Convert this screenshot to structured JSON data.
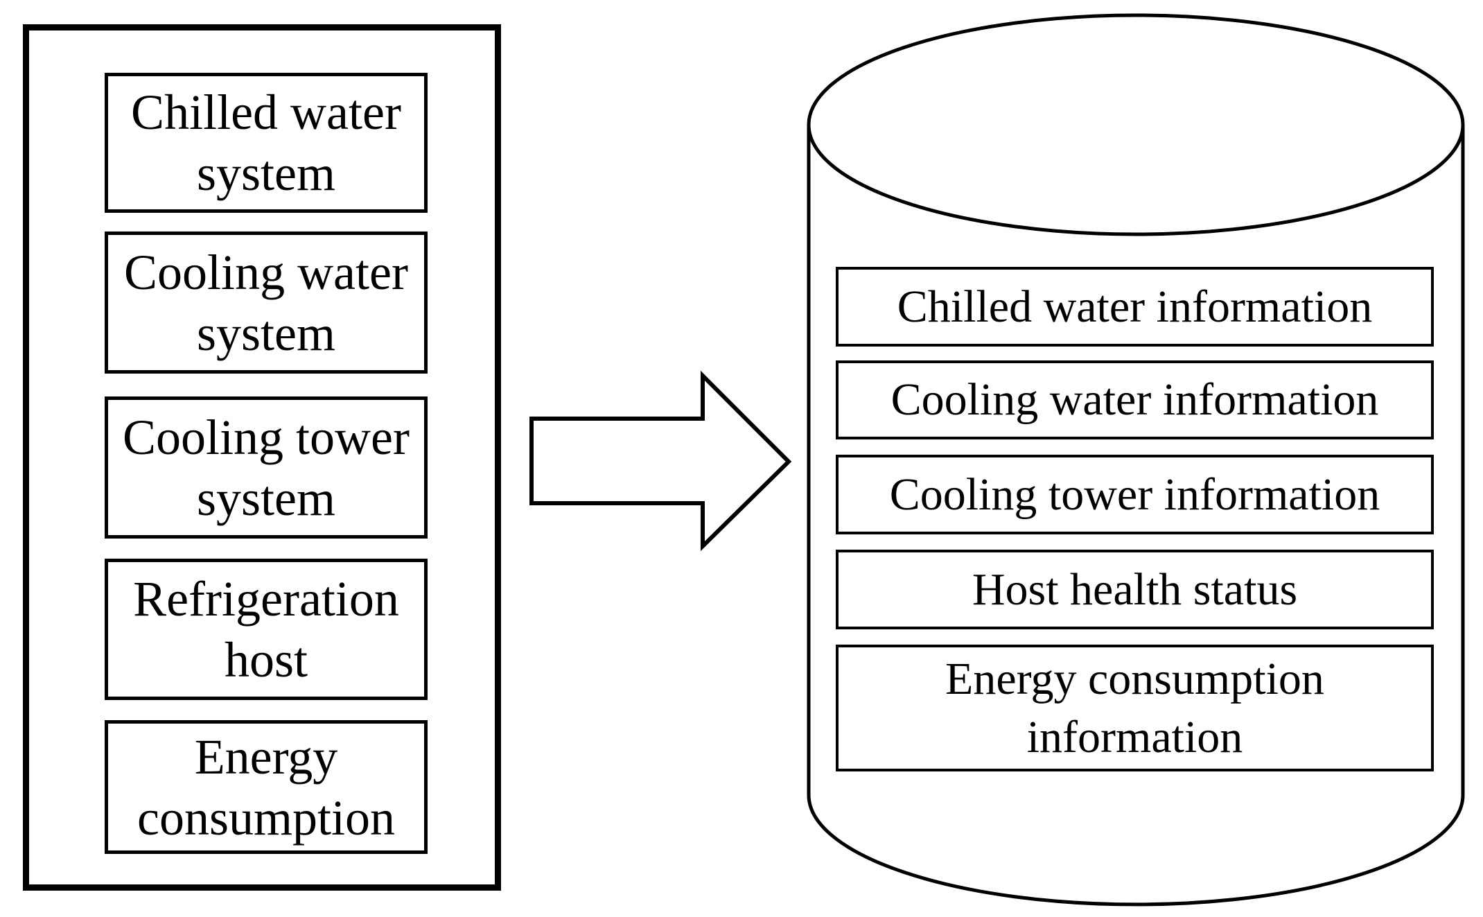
{
  "source_systems": [
    {
      "line1": "Chilled water",
      "line2": "system"
    },
    {
      "line1": "Cooling water",
      "line2": "system"
    },
    {
      "line1": "Cooling tower",
      "line2": "system"
    },
    {
      "line1": "Refrigeration",
      "line2": "host"
    },
    {
      "line1": "Energy",
      "line2": "consumption"
    }
  ],
  "database_items": [
    {
      "line1": "Chilled water information",
      "line2": ""
    },
    {
      "line1": "Cooling water information",
      "line2": ""
    },
    {
      "line1": "Cooling tower information",
      "line2": ""
    },
    {
      "line1": "Host health status",
      "line2": ""
    },
    {
      "line1": "Energy consumption",
      "line2": "information"
    }
  ],
  "colors": {
    "stroke": "#000000",
    "background": "#ffffff"
  },
  "icons": {
    "arrow": "right-arrow-icon",
    "database": "database-cylinder-icon"
  }
}
